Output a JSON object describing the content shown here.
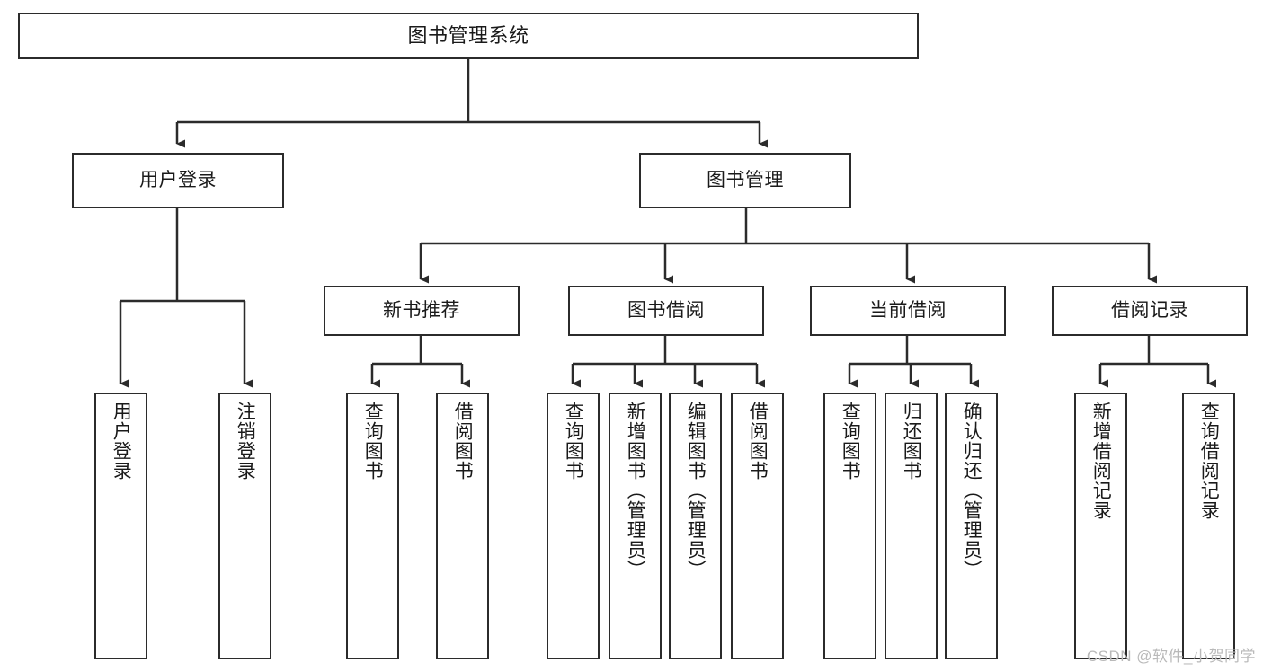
{
  "diagram": {
    "type": "tree-hierarchy",
    "title": "图书管理系统",
    "orientation": "top-down",
    "stroke_color": "#2b2b2b",
    "fill_color": "#ffffff",
    "text_color": "#1a1a1a"
  },
  "root": {
    "label": "图书管理系统"
  },
  "level2": [
    {
      "label": "用户登录"
    },
    {
      "label": "图书管理"
    }
  ],
  "level3": [
    {
      "label": "新书推荐"
    },
    {
      "label": "图书借阅"
    },
    {
      "label": "当前借阅"
    },
    {
      "label": "借阅记录"
    }
  ],
  "leaves": {
    "user_login": [
      {
        "label": "用户登录"
      },
      {
        "label": "注销登录"
      }
    ],
    "new_book": [
      {
        "label": "查询图书"
      },
      {
        "label": "借阅图书"
      }
    ],
    "borrow_book": [
      {
        "label": "查询图书"
      },
      {
        "label": "新增图书（管理员）"
      },
      {
        "label": "编辑图书（管理员）"
      },
      {
        "label": "借阅图书"
      }
    ],
    "current_borrow": [
      {
        "label": "查询图书"
      },
      {
        "label": "归还图书"
      },
      {
        "label": "确认归还（管理员）"
      }
    ],
    "borrow_record": [
      {
        "label": "新增借阅记录"
      },
      {
        "label": "查询借阅记录"
      }
    ]
  },
  "watermark": {
    "text": "CSDN @软件_小贺同学",
    "color": "#b9b9b9"
  }
}
